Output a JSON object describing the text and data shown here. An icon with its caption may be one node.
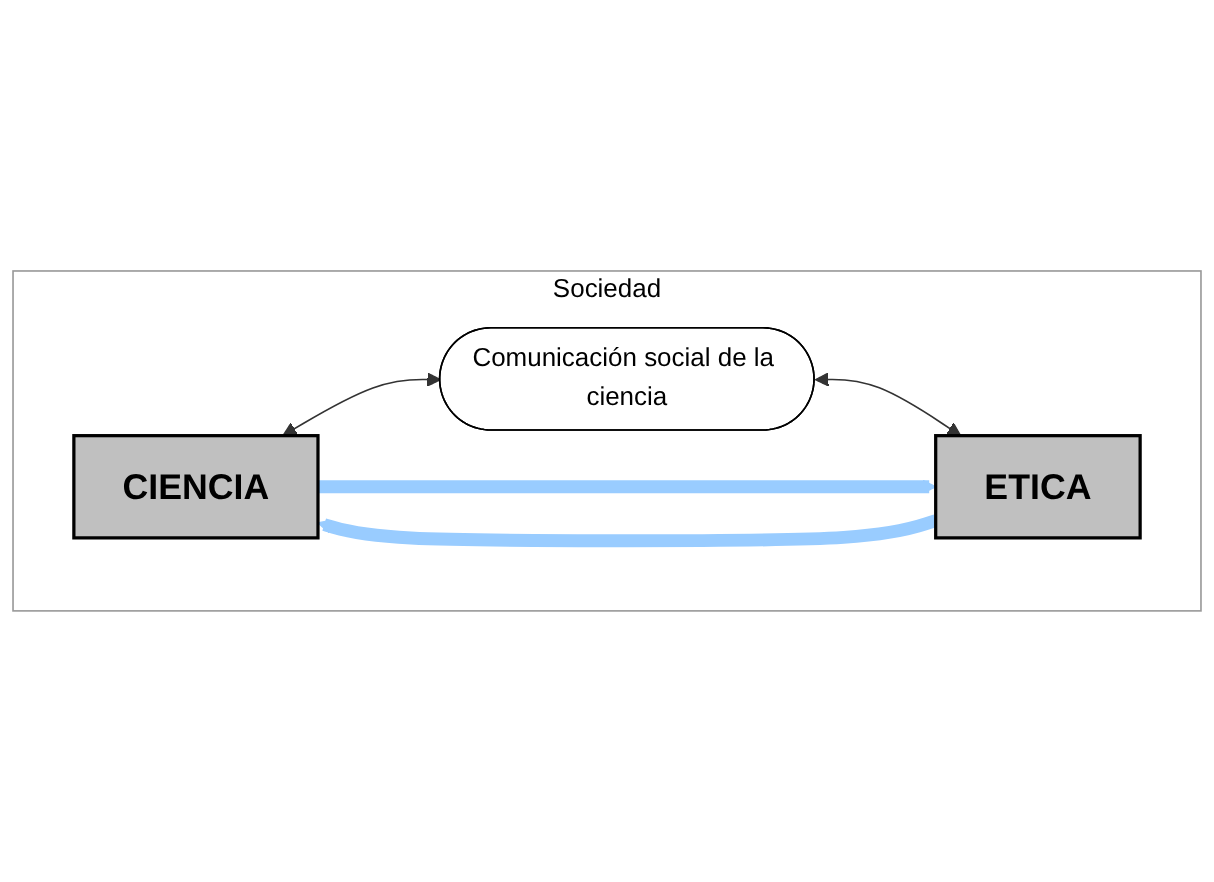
{
  "diagram": {
    "nodes": [
      {
        "text": [
          "Sociedad"
        ]
      },
      {
        "text": [
          "CIENCIA"
        ],
        "in": 0
      },
      {
        "text": [
          "Comunicación social de la ciencia"
        ],
        "in": 0
      },
      {
        "text": [
          "ETICA"
        ],
        "in": 0
      }
    ],
    "edges": [
      {
        "from": 1,
        "to": 2,
        "arrow": "both"
      },
      {
        "from": 2,
        "to": 3,
        "arrow": "both"
      },
      {
        "from": 1,
        "to": 3,
        "arrow": "to",
        "style": "thick",
        "color": "#99ccff"
      },
      {
        "from": 3,
        "to": 1,
        "arrow": "to",
        "style": "thick",
        "color": "#99ccff"
      }
    ]
  }
}
